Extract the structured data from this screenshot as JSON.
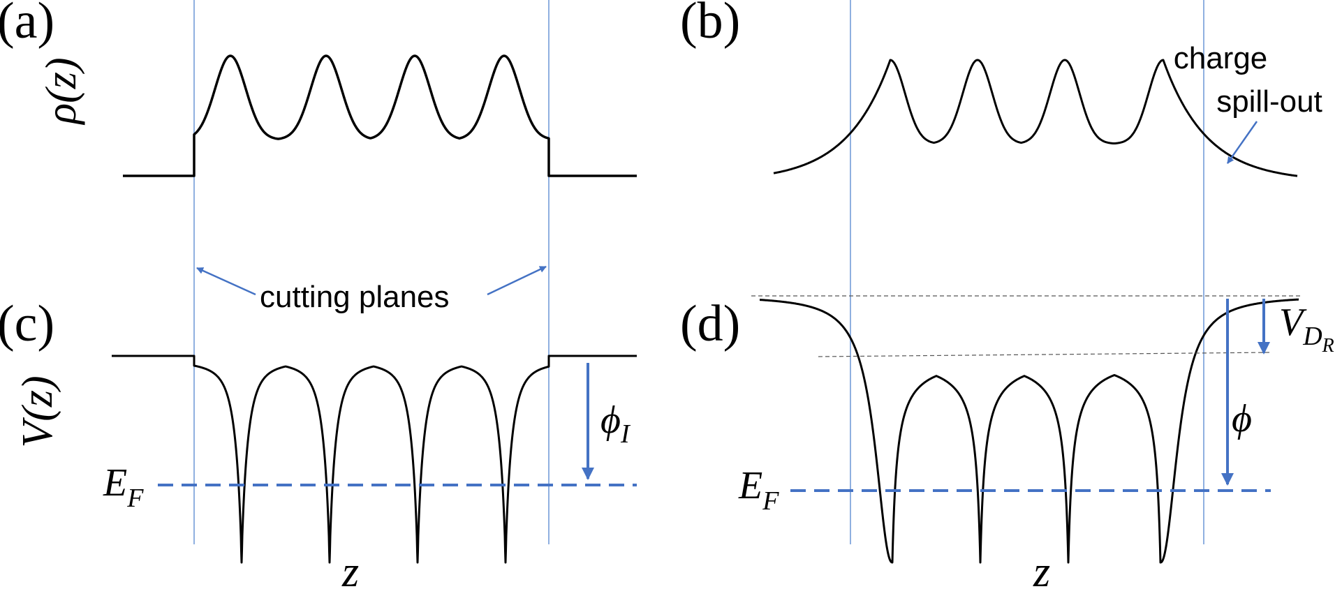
{
  "panels": {
    "a": {
      "label": "(a)"
    },
    "b": {
      "label": "(b)"
    },
    "c": {
      "label": "(c)"
    },
    "d": {
      "label": "(d)"
    }
  },
  "axes": {
    "rho": "ρ(z)",
    "V": "V(z)",
    "z_left": "z",
    "z_right": "z"
  },
  "annotations": {
    "charge_line1": "charge",
    "charge_line2": "spill-out",
    "cutting_planes": "cutting planes"
  },
  "symbols": {
    "EF_main": "E",
    "EF_sub": "F",
    "phiI_main": "ϕ",
    "phiI_sub": "I",
    "phi": "ϕ",
    "VD_main": "V",
    "VD_sub": "D",
    "VD_subsub": "R"
  },
  "colors": {
    "accent": "#4472c4",
    "plane": "#8fb0e0",
    "curve": "#000000"
  }
}
